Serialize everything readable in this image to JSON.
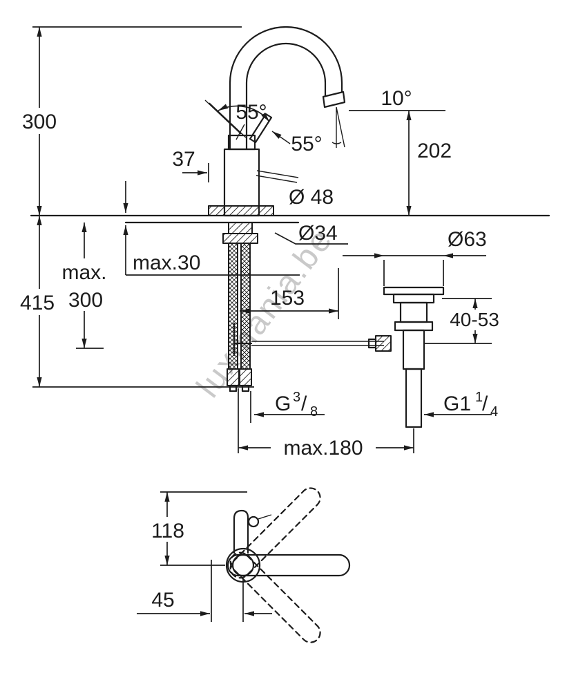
{
  "drawing": {
    "side_view": {
      "total_height": "300",
      "below_counter_height": "415",
      "max_hose_word": "max.",
      "max_hose_value": "300",
      "counter_thickness": "max.30",
      "handle_dim": "37",
      "handle_angle_open": "55°",
      "handle_angle_side": "55°",
      "spout_angle": "10°",
      "spout_outlet_height": "202",
      "body_diameter": "Ø 48",
      "hole_diameter": "Ø34",
      "reach": "153"
    },
    "drain": {
      "flange_diameter": "Ø63",
      "rod_height_range": "40-53",
      "outlet_thread": {
        "base": "G1",
        "sup": "1",
        "slash": "/",
        "sub": "4"
      },
      "max_distance": "max.180"
    },
    "supply_thread": {
      "base": "G",
      "sup": "3",
      "slash": "/",
      "sub": "8"
    },
    "top_view": {
      "spout_reach": "118",
      "handle_offset": "45"
    }
  },
  "watermark": "luxmania.be",
  "colors": {
    "line": "#1c1c1c",
    "watermark": "#c9c9c9",
    "background": "#ffffff"
  }
}
